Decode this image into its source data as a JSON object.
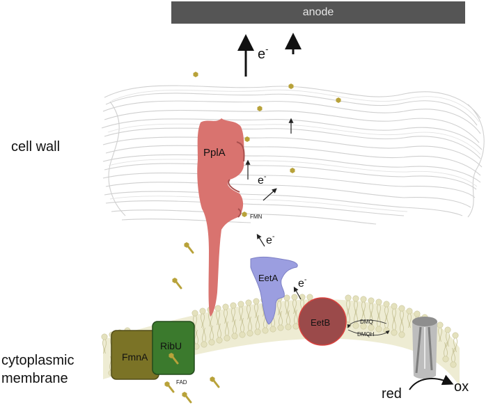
{
  "labels": {
    "anode": "anode",
    "cell_wall": "cell wall",
    "cytoplasmic_membrane": "cytoplasmic\nmembrane"
  },
  "proteins": {
    "ppla": "PplA",
    "eeta": "EetA",
    "eetb": "EetB",
    "fmna": "FmnA",
    "ribu": "RibU"
  },
  "molecules": {
    "fmn": "FMN",
    "fad": "FAD",
    "dmq": "DMQ",
    "dmqh": "DMQH"
  },
  "electron": {
    "base": "e",
    "superscript": "-"
  },
  "redox": {
    "red": "red",
    "ox": "ox"
  },
  "colors": {
    "anode": "#555555",
    "ppla": "#d9736f",
    "eeta": "#9b9ee0",
    "eetb": "#9b4a4a",
    "fmna": "#7b7326",
    "ribu": "#3b7a2d",
    "flavin": "#b8a23a",
    "membrane": "#eeecd3"
  }
}
